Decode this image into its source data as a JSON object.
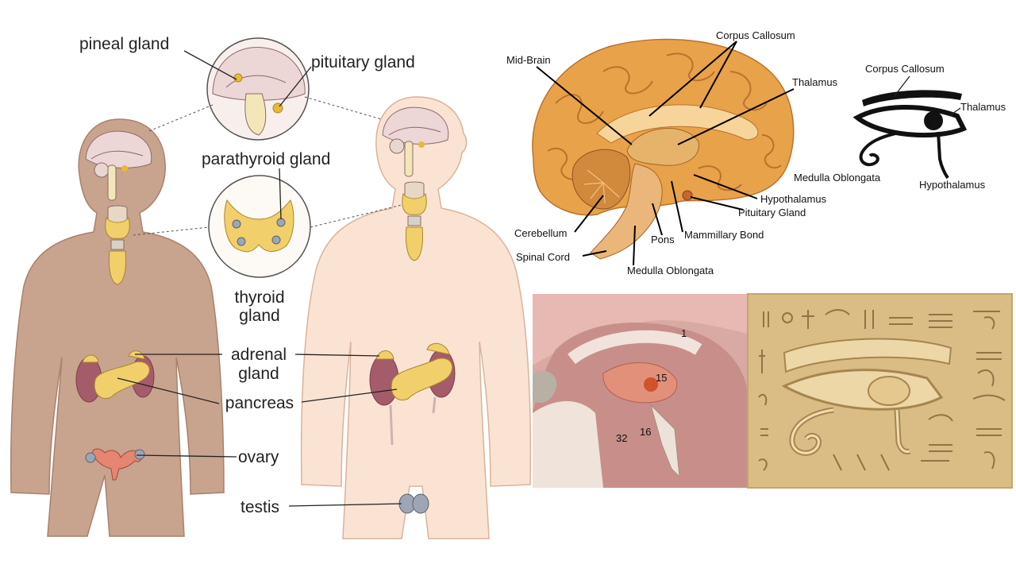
{
  "endocrine": {
    "labels": {
      "pineal": "pineal gland",
      "pituitary": "pituitary gland",
      "parathyroid": "parathyroid gland",
      "thyroid_1": "thyroid",
      "thyroid_2": "gland",
      "adrenal_1": "adrenal",
      "adrenal_2": "gland",
      "pancreas": "pancreas",
      "ovary": "ovary",
      "testis": "testis"
    }
  },
  "brain": {
    "labels": {
      "corpus_callosum": "Corpus Callosum",
      "mid_brain": "Mid-Brain",
      "thalamus": "Thalamus",
      "hypothalamus": "Hypothalamus",
      "pituitary": "Pituitary Gland",
      "cerebellum": "Cerebellum",
      "mammillary": "Mammillary Bond",
      "pons": "Pons",
      "spinal_cord": "Spinal Cord",
      "medulla": "Medulla Oblongata"
    }
  },
  "eye_diagram": {
    "labels": {
      "corpus_callosum": "Corpus Callosum",
      "thalamus": "Thalamus",
      "medulla": "Medulla Oblongata",
      "hypothalamus": "Hypothalamus"
    }
  },
  "dissection": {
    "labels": {
      "n1": "1",
      "n15": "15",
      "n32": "32",
      "n16": "16"
    }
  },
  "colors": {
    "female_skin": "#c8a38e",
    "male_skin": "#fbe3d3",
    "brain_orange": "#e8a24a",
    "gland_yellow": "#f1cf6b",
    "kidney": "#a55c6a",
    "stone": "#d9bd84"
  }
}
